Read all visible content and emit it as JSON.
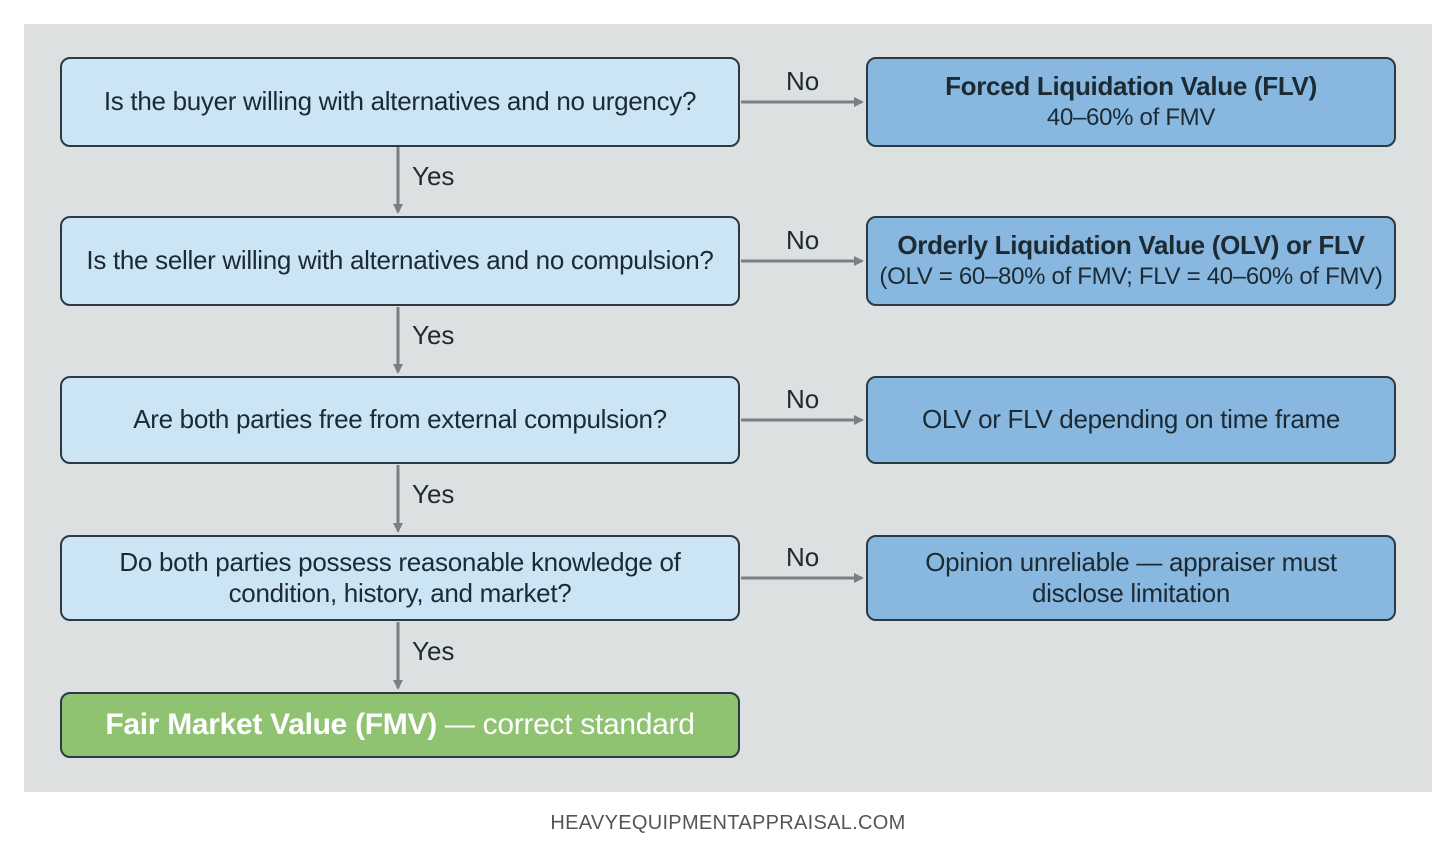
{
  "flowchart": {
    "questions": [
      {
        "text": "Is the buyer willing with alternatives and no urgency?"
      },
      {
        "text": "Is the seller willing with alternatives and no compulsion?"
      },
      {
        "text": "Are both parties free from external compulsion?"
      },
      {
        "line1": "Do both parties possess reasonable knowledge of",
        "line2": "condition, history, and market?"
      }
    ],
    "outcomes": [
      {
        "title": "Forced Liquidation Value (FLV)",
        "subtitle": "40–60% of FMV"
      },
      {
        "title": "Orderly Liquidation Value (OLV) or FLV",
        "subtitle": "(OLV = 60–80% of FMV; FLV = 40–60% of FMV)"
      },
      {
        "text": "OLV or FLV depending on time frame"
      },
      {
        "line1": "Opinion unreliable — appraiser must",
        "line2": "disclose limitation"
      }
    ],
    "yes_label": "Yes",
    "no_label": "No",
    "final": {
      "strong": "Fair Market Value (FMV)",
      "rest": " — correct standard"
    }
  },
  "footer": {
    "text": "HEAVYEQUIPMENTAPPRAISAL.COM"
  },
  "colors": {
    "background": "#dde0e1",
    "question_fill": "#cbe5f5",
    "outcome_fill": "#88b8df",
    "final_fill": "#8fc371",
    "arrow": "#7a7f83",
    "border": "#2b3a44"
  }
}
